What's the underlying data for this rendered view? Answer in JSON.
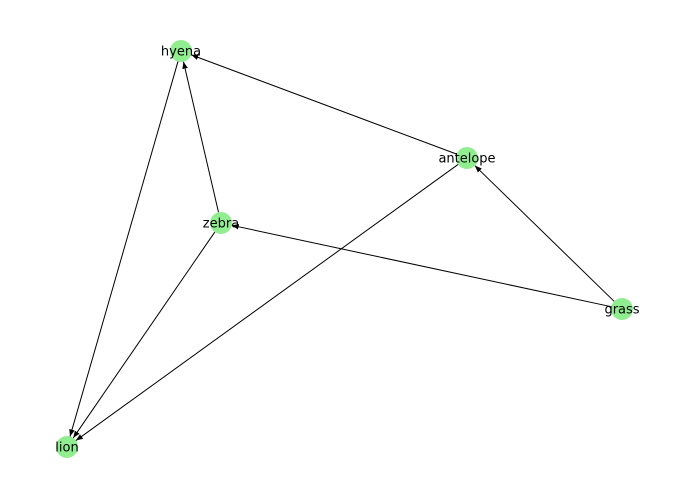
{
  "graph": {
    "directed": true,
    "node_color": "#90ee90",
    "edge_color": "#000000",
    "nodes": [
      "hyena",
      "antelope",
      "zebra",
      "grass",
      "lion"
    ],
    "edges": [
      {
        "source": "antelope",
        "target": "hyena"
      },
      {
        "source": "zebra",
        "target": "hyena"
      },
      {
        "source": "hyena",
        "target": "lion"
      },
      {
        "source": "zebra",
        "target": "lion"
      },
      {
        "source": "antelope",
        "target": "lion"
      },
      {
        "source": "grass",
        "target": "antelope"
      },
      {
        "source": "grass",
        "target": "zebra"
      }
    ]
  }
}
